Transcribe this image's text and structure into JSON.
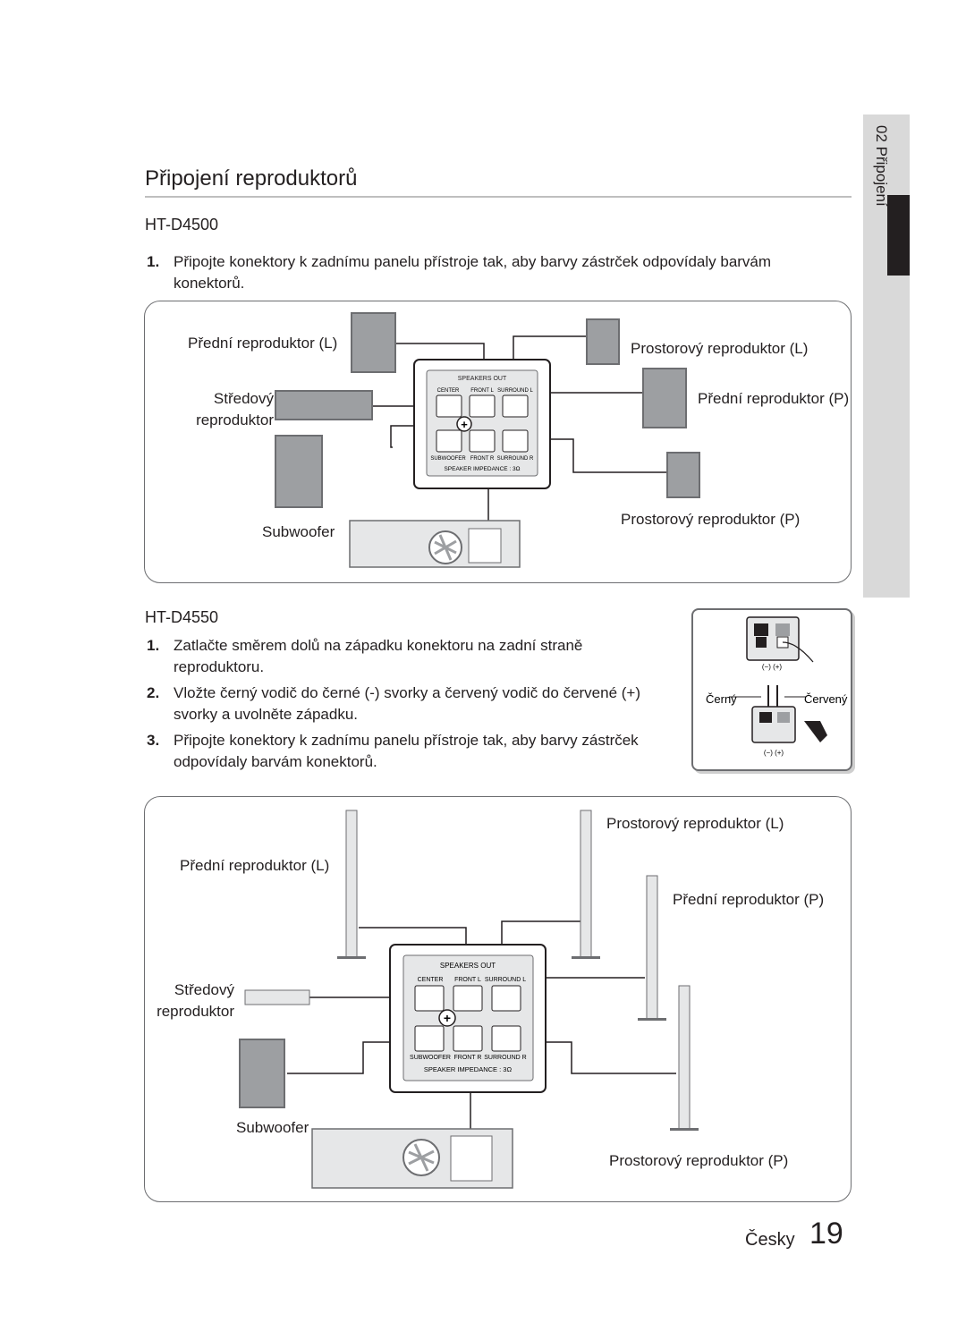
{
  "section_title": "Připojení reproduktorů",
  "sidebar": {
    "chapter_label": "02  Připojení"
  },
  "model1": {
    "name": "HT-D4500",
    "steps": [
      {
        "num": "1.",
        "text": "Připojte konektory k zadnímu panelu přístroje tak, aby barvy zástrček odpovídaly barvám konektorů."
      }
    ],
    "labels": {
      "front_l": "Přední reproduktor (L)",
      "center": "Středový\nreproduktor",
      "subwoofer": "Subwoofer",
      "surround_l": "Prostorový reproduktor (L)",
      "front_r": "Přední reproduktor (P)",
      "surround_r": "Prostorový reproduktor (P)"
    }
  },
  "model2": {
    "name": "HT-D4550",
    "steps": [
      {
        "num": "1.",
        "text": "Zatlačte směrem dolů na západku konektoru na zadní straně reproduktoru."
      },
      {
        "num": "2.",
        "text": "Vložte černý vodič do černé (-) svorky a červený vodič do červené (+) svorky a uvolněte západku."
      },
      {
        "num": "3.",
        "text": "Připojte konektory k zadnímu panelu přístroje tak, aby barvy zástrček odpovídaly barvám konektorů."
      }
    ],
    "labels": {
      "surround_l": "Prostorový reproduktor (L)",
      "front_l": "Přední reproduktor (L)",
      "front_r": "Přední reproduktor (P)",
      "center": "Středový\nreproduktor",
      "subwoofer": "Subwoofer",
      "surround_r": "Prostorový reproduktor (P)"
    }
  },
  "panel": {
    "header": "SPEAKERS OUT",
    "top_labels": [
      "CENTER",
      "FRONT L",
      "SURROUND L"
    ],
    "bottom_labels": [
      "SUBWOOFER",
      "FRONT R",
      "SURROUND R"
    ],
    "impedance": "SPEAKER IMPEDANCE : 3Ω"
  },
  "inset": {
    "polarity": "(−)   (+)",
    "black": "Černý",
    "red": "Červený"
  },
  "footer": {
    "language": "Česky",
    "page_number": "19"
  }
}
